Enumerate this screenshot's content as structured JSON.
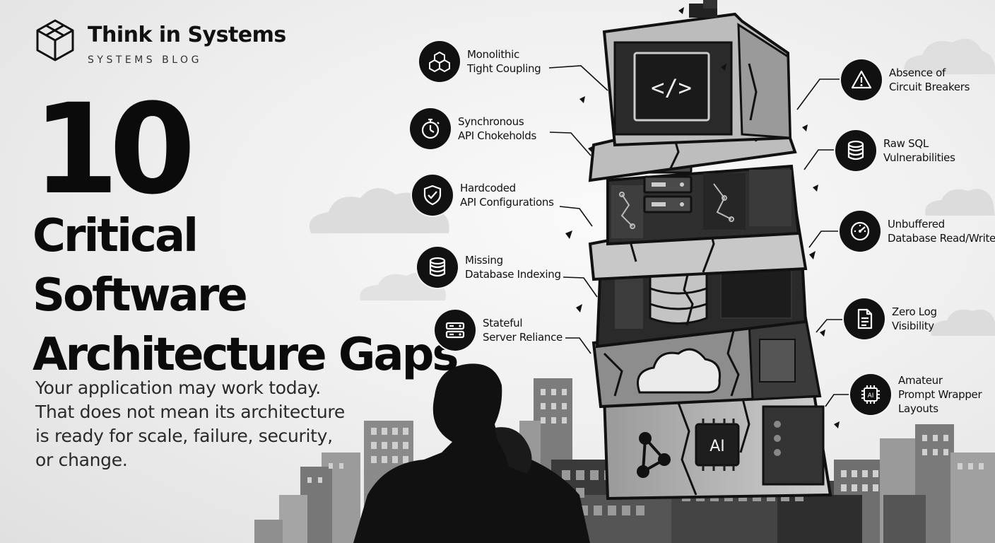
{
  "brand": {
    "title": "Think in Systems",
    "subtitle": "SYSTEMS BLOG",
    "logo_icon": "cube-icon"
  },
  "headline": {
    "number": "10",
    "line1": "Critical",
    "line2": "Software",
    "line3": "Architecture Gaps"
  },
  "subtitle": {
    "line1": "Your application may work today.",
    "line2": "That does not mean its architecture",
    "line3": "is ready for scale, failure, security,",
    "line4": "or change."
  },
  "tower": {
    "labels": {
      "ai_chip": "AI",
      "code": "</>"
    }
  },
  "gaps_left": [
    {
      "icon": "cubes-icon",
      "line1": "Monolithic",
      "line2": "Tight Coupling"
    },
    {
      "icon": "stopwatch-icon",
      "line1": "Synchronous",
      "line2": "API Chokeholds"
    },
    {
      "icon": "shield-check-icon",
      "line1": "Hardcoded",
      "line2": "API Configurations"
    },
    {
      "icon": "database-icon",
      "line1": "Missing",
      "line2": "Database Indexing"
    },
    {
      "icon": "server-icon",
      "line1": "Stateful",
      "line2": "Server Reliance"
    }
  ],
  "gaps_right": [
    {
      "icon": "warning-icon",
      "line1": "Absence of",
      "line2": "Circuit Breakers"
    },
    {
      "icon": "database-icon",
      "line1": "Raw SQL",
      "line2": "Vulnerabilities"
    },
    {
      "icon": "gauge-icon",
      "line1": "Unbuffered",
      "line2": "Database Read/Write"
    },
    {
      "icon": "document-icon",
      "line1": "Zero Log",
      "line2": "Visibility"
    },
    {
      "icon": "ai-chip-icon",
      "line1": "Amateur",
      "line2": "Prompt Wrapper",
      "line3": "Layouts"
    }
  ],
  "colors": {
    "ink": "#111111",
    "background": "#f3f3f3",
    "tower_dark": "#2b2b2b",
    "tower_light": "#bdbdbd"
  }
}
